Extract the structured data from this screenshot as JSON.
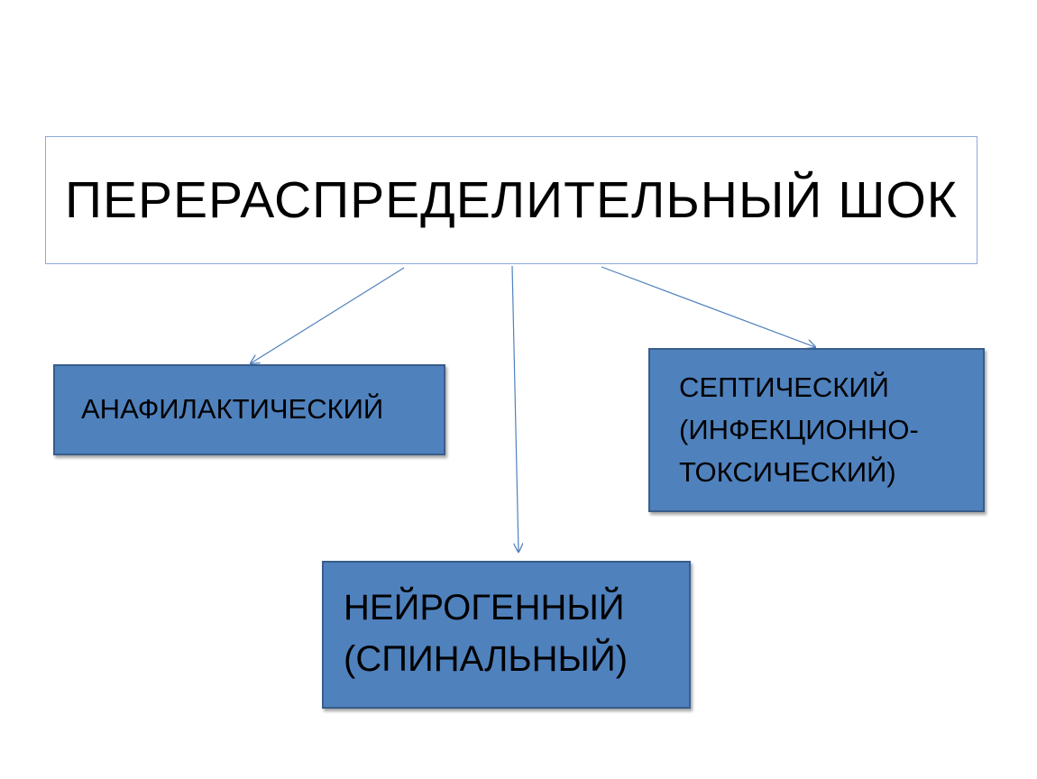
{
  "diagram": {
    "title": "ПЕРЕРАСПРЕДЕЛИТЕЛЬНЫЙ ШОК",
    "nodes": {
      "anaphylactic": {
        "lines": [
          "АНАФИЛАКТИЧЕСКИЙ"
        ]
      },
      "septic": {
        "lines": [
          "СЕПТИЧЕСКИЙ",
          "(ИНФЕКЦИОННО-",
          "ТОКСИЧЕСКИЙ)"
        ]
      },
      "neurogenic": {
        "lines": [
          "НЕЙРОГЕННЫЙ",
          "(СПИНАЛЬНЫЙ)"
        ]
      }
    },
    "edges": [
      {
        "from": "title",
        "to": "anaphylactic"
      },
      {
        "from": "title",
        "to": "neurogenic"
      },
      {
        "from": "title",
        "to": "septic"
      }
    ],
    "colors": {
      "node_fill": "#4f81bd",
      "node_border": "#385d8a",
      "title_border": "#8eaadb",
      "arrow": "#4f81bd"
    }
  }
}
